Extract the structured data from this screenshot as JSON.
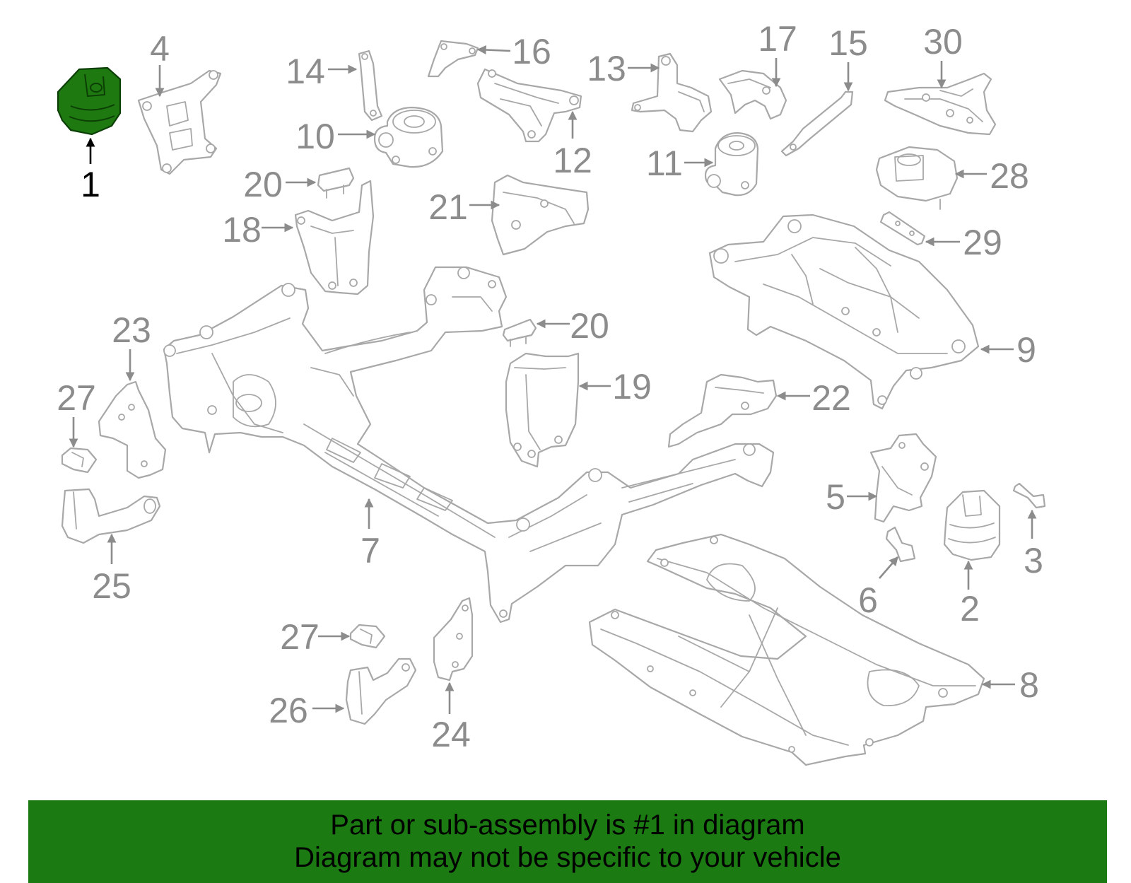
{
  "diagram": {
    "highlighted_callout": "1",
    "highlight_color": "#1e7a10",
    "callouts": [
      "1",
      "2",
      "3",
      "4",
      "5",
      "6",
      "7",
      "8",
      "9",
      "10",
      "11",
      "12",
      "13",
      "14",
      "15",
      "16",
      "17",
      "18",
      "19",
      "20",
      "20",
      "21",
      "22",
      "23",
      "24",
      "25",
      "26",
      "27",
      "27",
      "28",
      "29",
      "30"
    ]
  },
  "banner": {
    "line1": "Part or sub-assembly is #1 in diagram",
    "line2": "Diagram may not be specific to your vehicle",
    "background": "#1b7a12"
  }
}
